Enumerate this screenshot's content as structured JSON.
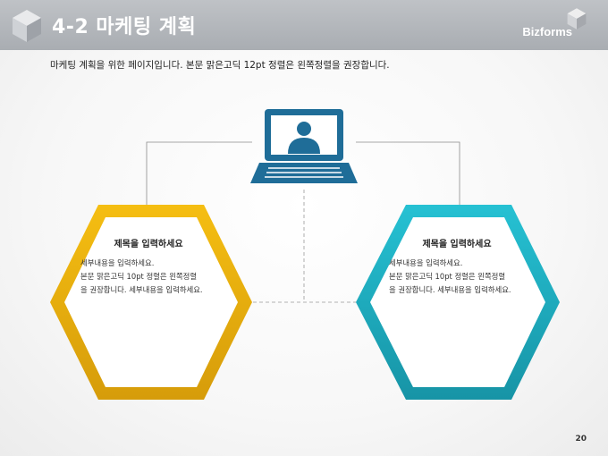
{
  "header": {
    "title": "4-2 마케팅 계획",
    "brand": "Bizforms"
  },
  "subtitle": "마케팅 계획을 위한 페이지입니다. 본문 맑은고딕 12pt 정렬은 왼쪽정렬을 권장합니다.",
  "hexagons": [
    {
      "title": "제목을 입력하세요",
      "lines": [
        "세부내용을 입력하세요.",
        "본문 맑은고딕 10pt 정렬은 왼쪽정렬",
        "을 권장합니다. 세부내용을 입력하세요."
      ],
      "color": "#f2b705"
    },
    {
      "title": "제목을 입력하세요",
      "lines": [
        "세부내용을 입력하세요.",
        "본문 맑은고딕 10pt 정렬은 왼쪽정렬",
        "을 권장합니다. 세부내용을 입력하세요."
      ],
      "color": "#1fb7c9"
    }
  ],
  "icon": {
    "name": "laptop-user-icon",
    "color": "#1f6d98"
  },
  "page_number": "20"
}
